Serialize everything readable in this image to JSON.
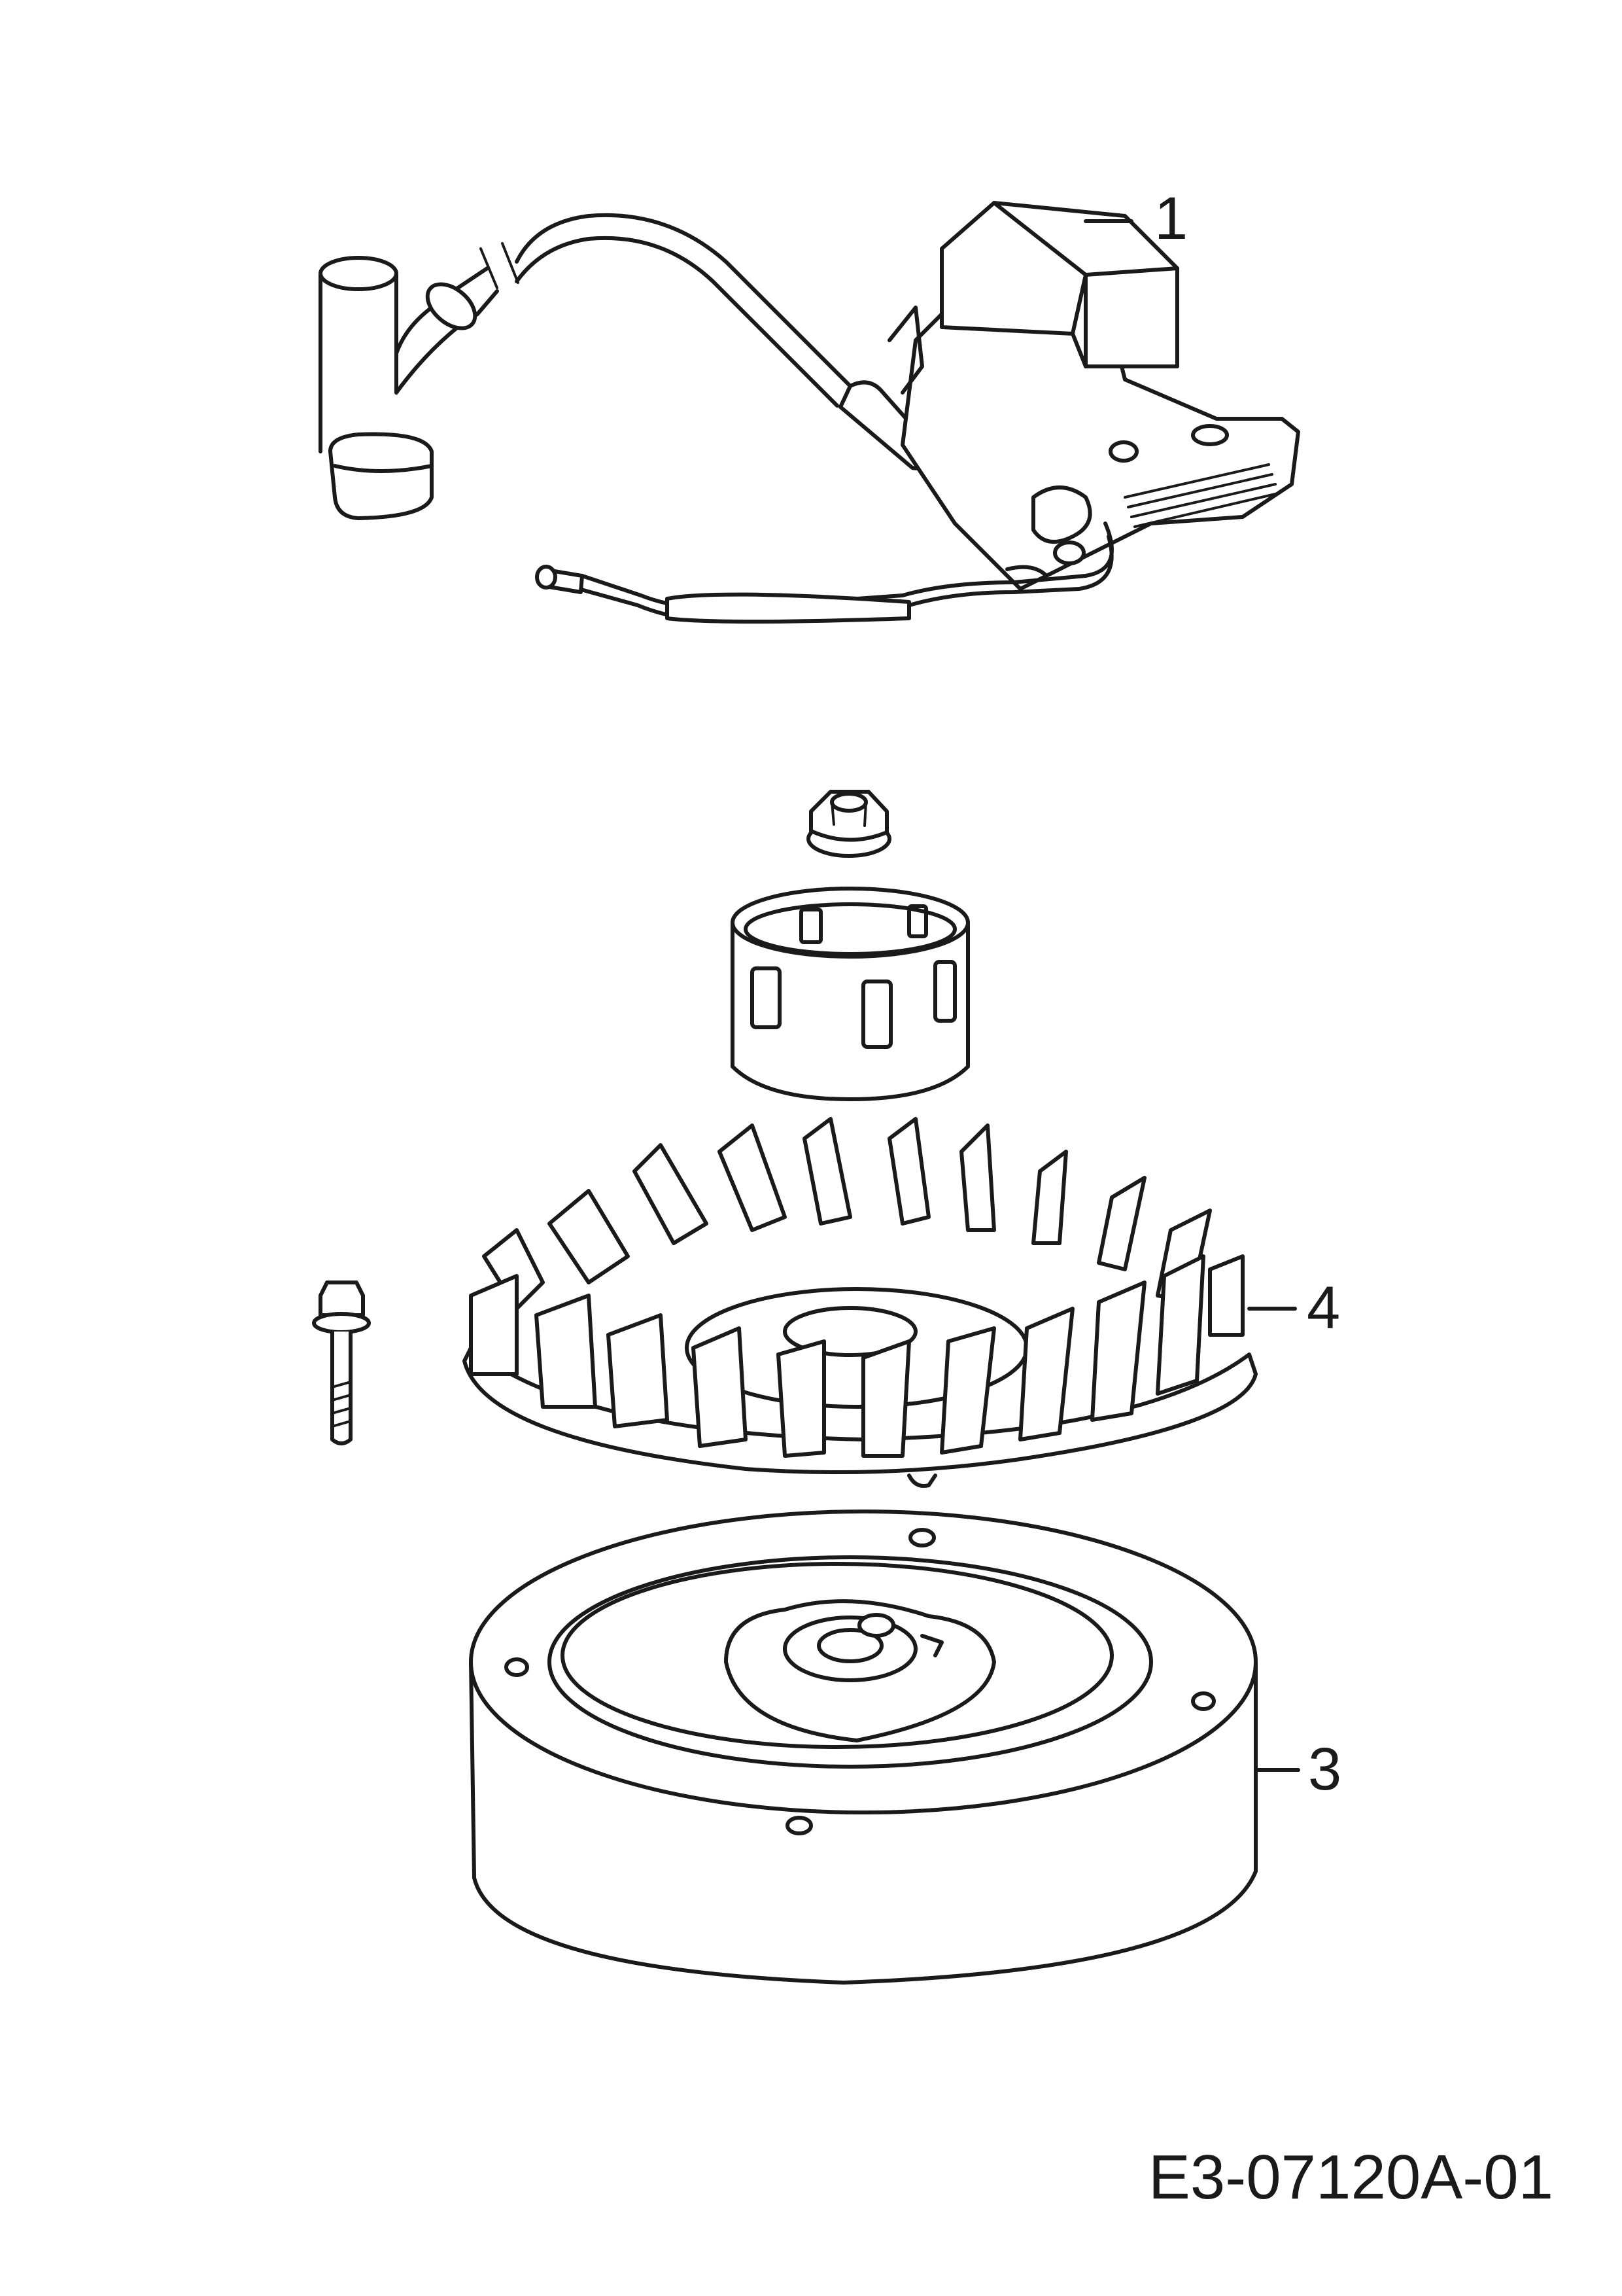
{
  "callouts": {
    "ignition_coil": "1",
    "flywheel_fan": "4",
    "flywheel": "3"
  },
  "figure_code": "E3-07120A-01"
}
